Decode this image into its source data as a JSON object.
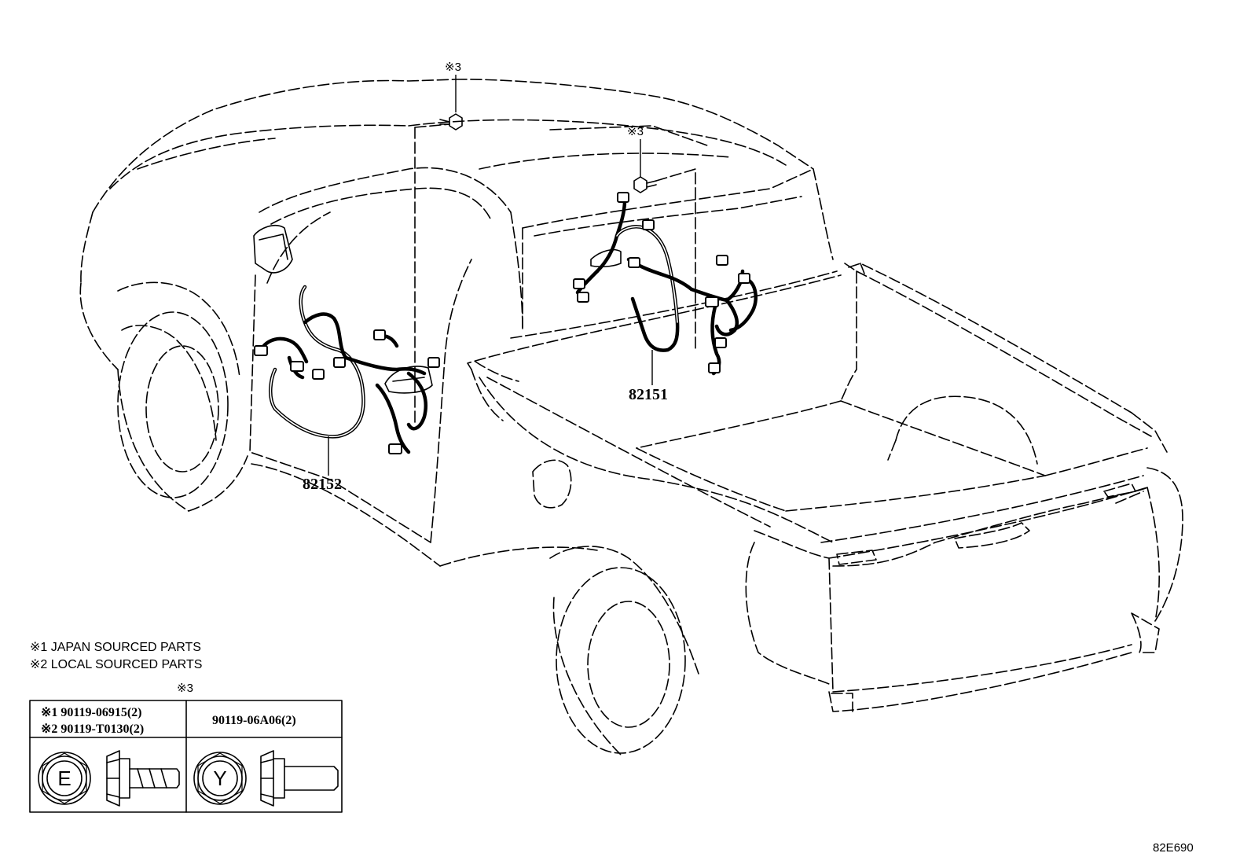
{
  "part_labels": {
    "roof_harness": "82151",
    "door_harness": "82152"
  },
  "callouts": {
    "front_roof_bolt": "※3",
    "rear_roof_bolt": "※3",
    "table_header": "※3"
  },
  "notes": [
    "※1 JAPAN SOURCED PARTS",
    "※2 LOCAL SOURCED PARTS"
  ],
  "fastener_table": {
    "col1": {
      "line1": "※1 90119-06915(2)",
      "line2": "※2 90119-T0130(2)",
      "head_mark": "E"
    },
    "col2": {
      "line1": "90119-06A06(2)",
      "head_mark": "Y"
    }
  },
  "diagram_ref": "82E690"
}
